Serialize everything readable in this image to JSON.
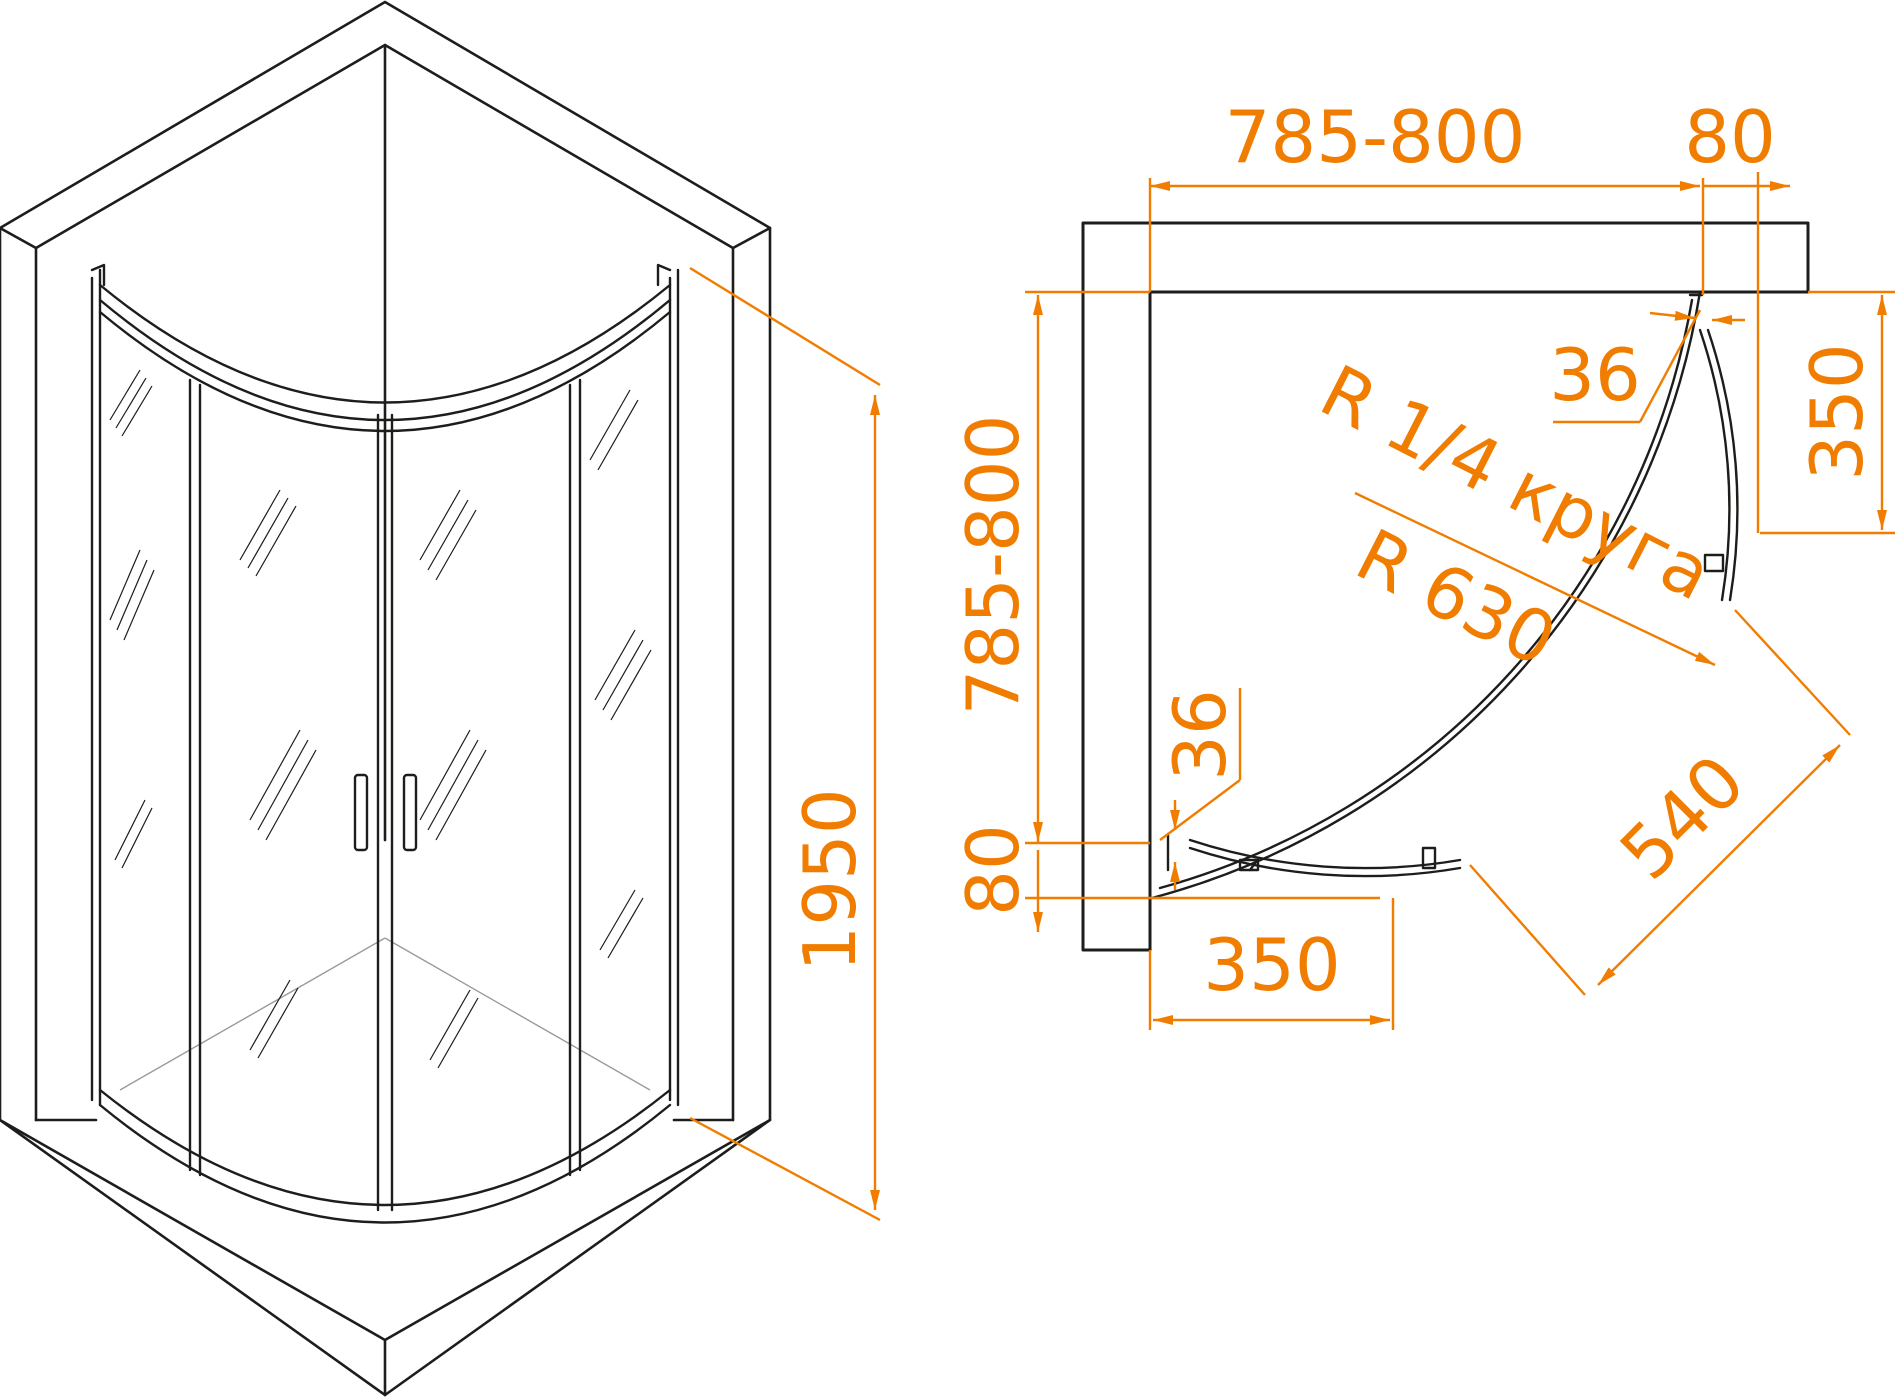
{
  "colors": {
    "dimension": "#f07d00",
    "outline": "#1d1d1b",
    "background": "#ffffff"
  },
  "dimensions": {
    "top_width": "785-800",
    "top_offset": "80",
    "right_height": "350",
    "top_gap": "36",
    "radius_label": "R 1/4 круга",
    "radius_value": "R 630",
    "left_height": "785-800",
    "left_gap": "36",
    "left_offset": "80",
    "bottom_width": "350",
    "diagonal": "540",
    "total_height": "1950"
  }
}
